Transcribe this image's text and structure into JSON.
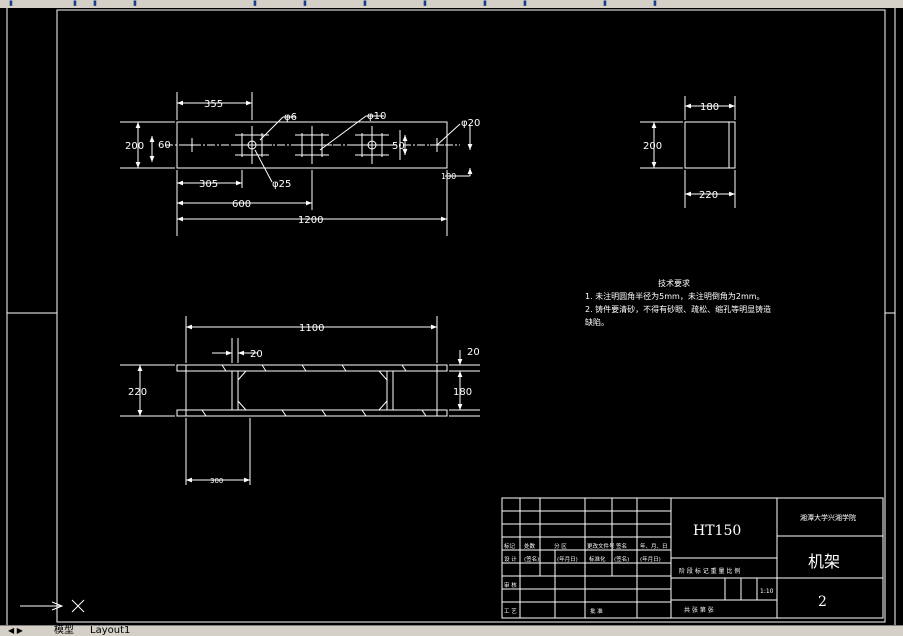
{
  "tabs": {
    "nav_arrows": "◀ ▶",
    "model": "模型",
    "layout1": "Layout1"
  },
  "toolbar_icons": [
    "toolbar-icon",
    "toolbar-icon",
    "toolbar-icon",
    "toolbar-icon",
    "toolbar-icon",
    "toolbar-icon",
    "toolbar-icon",
    "toolbar-icon",
    "toolbar-icon",
    "toolbar-icon",
    "toolbar-icon",
    "toolbar-icon"
  ],
  "colors": {
    "background": "#000000",
    "lines": "#ffffff",
    "ui_gray": "#d4d0c8"
  },
  "drawing": {
    "top_view": {
      "dims": {
        "d355": "355",
        "d200": "200",
        "d60": "60",
        "d305": "305",
        "d600": "600",
        "d1200": "1200",
        "d50": "50",
        "d100": "100"
      },
      "callouts": {
        "phi6": "φ6",
        "phi10": "φ10",
        "phi20": "φ20",
        "phi25": "φ25"
      }
    },
    "side_view": {
      "dims": {
        "d180": "180",
        "d200": "200",
        "d220": "220"
      }
    },
    "front_view": {
      "dims": {
        "d1100": "1100",
        "d20a": "20",
        "d20b": "20",
        "d220": "220",
        "d180": "180",
        "d300": "300"
      }
    },
    "tech_req": {
      "title": "技术要求",
      "line1": "1. 未注明圆角半径为5mm，未注明倒角为2mm。",
      "line2": "2. 铸件要清砂，不得有砂眼、疏松、缩孔等明显铸造",
      "line3": "缺陷。"
    }
  },
  "title_block": {
    "material": "HT150",
    "school": "湘潭大学兴湘学院",
    "part_name": "机架",
    "drawing_no": "2",
    "scale_value": "1:10",
    "header_row": [
      "标记",
      "处数",
      "分 区",
      "更改文件号",
      "签名",
      "年、月、日"
    ],
    "design_row": [
      "设 计",
      "(签名)",
      "(年月日)",
      "标准化",
      "(签名)",
      "(年月日)"
    ],
    "approval_labels": [
      "审 核",
      "工 艺",
      "批 准"
    ],
    "shenhe_label": "审 核",
    "gongyi_label": "工 艺",
    "pizhun_label": "批 准",
    "labels_row": "阶 段 标 记    重 量    比 例",
    "sheet_row": "共      张      第      张"
  }
}
